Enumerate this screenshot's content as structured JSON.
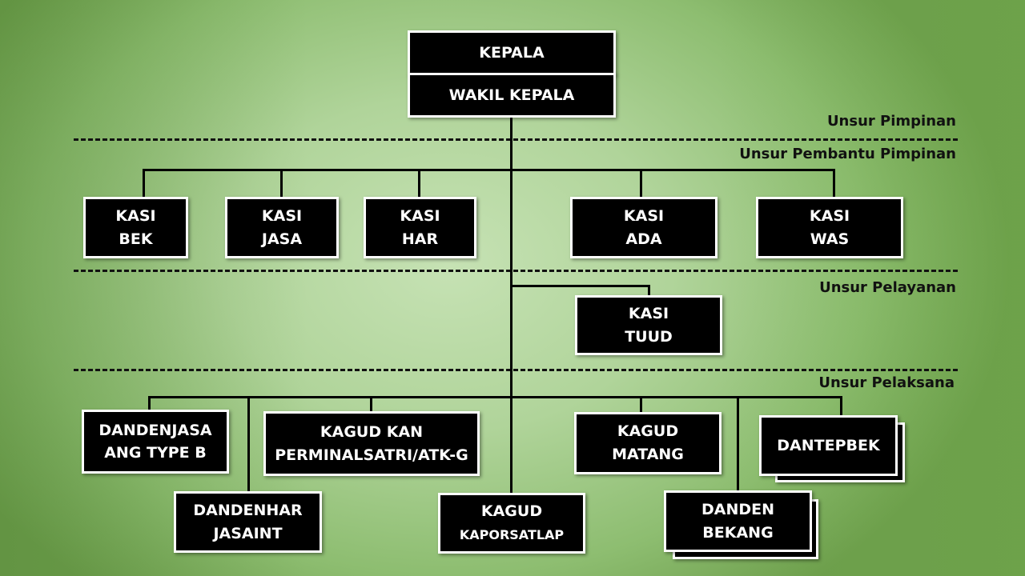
{
  "sections": {
    "pimpinan": "Unsur Pimpinan",
    "pembantu": "Unsur Pembantu Pimpinan",
    "pelayanan": "Unsur Pelayanan",
    "pelaksana": "Unsur Pelaksana"
  },
  "top": {
    "kepala": "KEPALA",
    "wakil": "WAKIL KEPALA"
  },
  "kasi": {
    "bek": [
      "KASI",
      "BEK"
    ],
    "jasa": [
      "KASI",
      "JASA"
    ],
    "har": [
      "KASI",
      "HAR"
    ],
    "ada": [
      "KASI",
      "ADA"
    ],
    "was": [
      "KASI",
      "WAS"
    ],
    "tuud": [
      "KASI",
      "TUUD"
    ]
  },
  "pelaksana": {
    "dandenjasa": [
      "DANDENJASA",
      "ANG TYPE B"
    ],
    "dandenhar": [
      "DANDENHAR",
      "JASAINT"
    ],
    "kagud_kan": [
      "KAGUD KAN",
      "PERMINALSATRI/ATK-G"
    ],
    "kagud_kaporsatlap": [
      "KAGUD",
      "KAPORSATLAP"
    ],
    "kagud_matang": [
      "KAGUD",
      "MATANG"
    ],
    "dantepbek": [
      "DANTEPBEK"
    ],
    "danden_bekang": [
      "DANDEN",
      "BEKANG"
    ]
  }
}
